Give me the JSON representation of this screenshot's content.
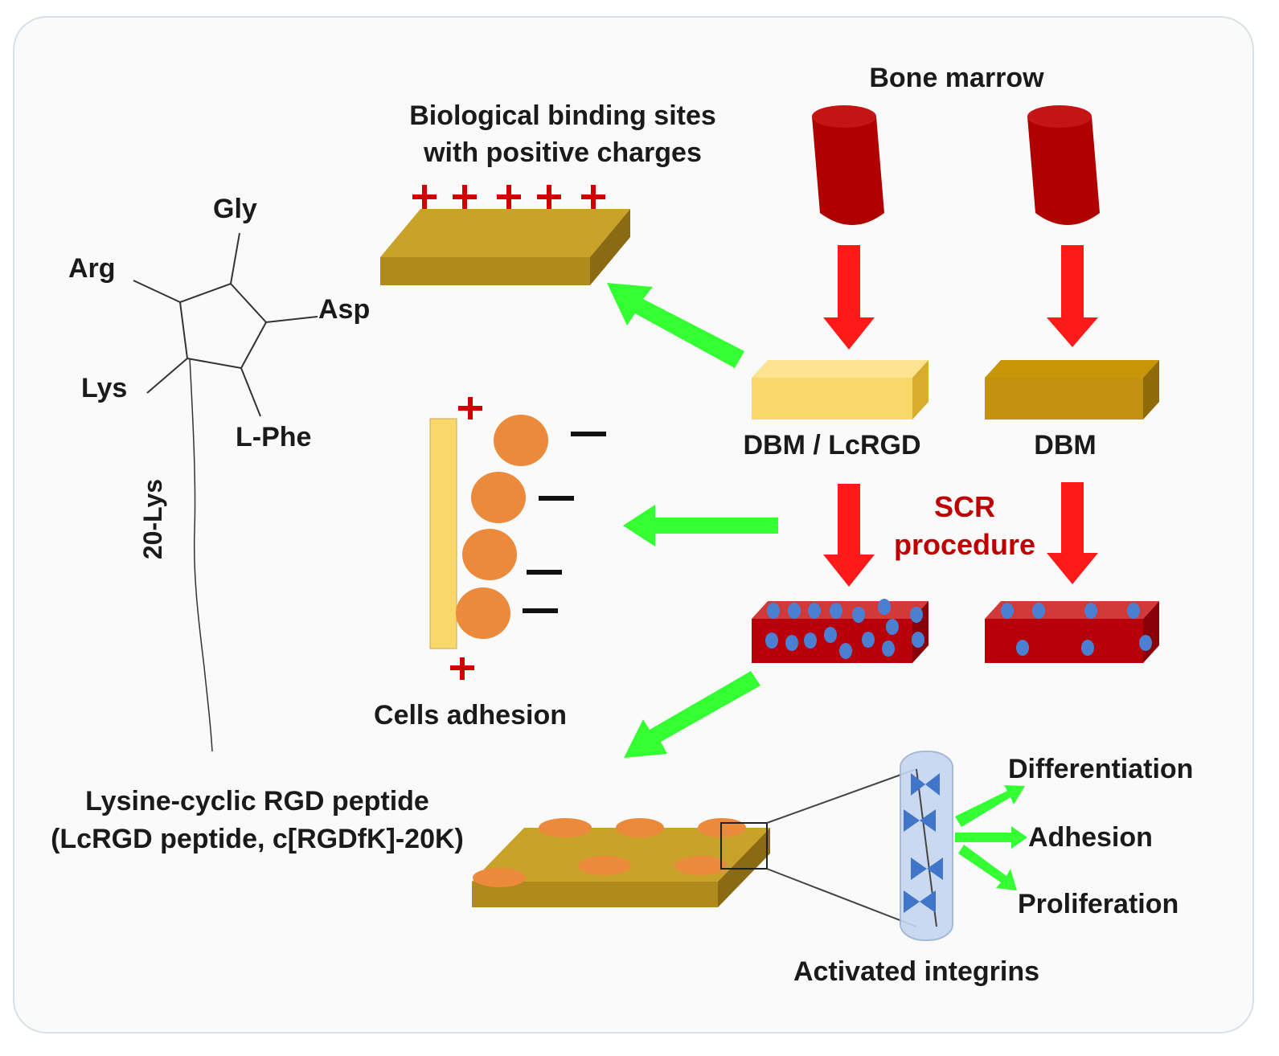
{
  "labels": {
    "bone_marrow": "Bone marrow",
    "binding_sites_line1": "Biological binding sites",
    "binding_sites_line2": "with positive charges",
    "gly": "Gly",
    "arg": "Arg",
    "asp": "Asp",
    "lys": "Lys",
    "lphe": "L-Phe",
    "lys20": "20-Lys",
    "dbm_lcrgd": "DBM / LcRGD",
    "dbm": "DBM",
    "scr_line1": "SCR",
    "scr_line2": "procedure",
    "cells_adhesion": "Cells adhesion",
    "peptide_line1": "Lysine-cyclic RGD peptide",
    "peptide_line2": "(LcRGD peptide, c[RGDfK]-20K)",
    "differentiation": "Differentiation",
    "adhesion": "Adhesion",
    "proliferation": "Proliferation",
    "activated_integrins": "Activated integrins"
  },
  "colors": {
    "bone_marrow": "#b00000",
    "red_arrow": "#ff1a1a",
    "green_arrow": "#33ff33",
    "gold_block": "#c9a22a",
    "light_block": "#f9d76a",
    "dbm_block": "#c9960a",
    "scaffold": "#b8000b",
    "dots": "#4a7fd1",
    "cells": "#ea8a3a",
    "integrin": "#3f76c9",
    "membrane": "#c5d6ee"
  }
}
